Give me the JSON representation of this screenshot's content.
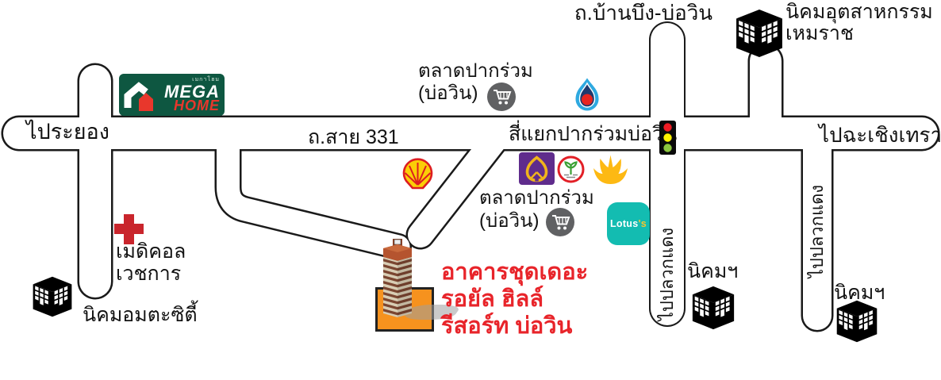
{
  "map": {
    "background": "#ffffff",
    "road_color": "#ffffff",
    "road_outline_color": "#1a1a1a",
    "road_labels": {
      "to_rayong": "ไประยอง",
      "route_331": "ถ.สาย 331",
      "to_chachoengsao": "ไปฉะเชิงเทรา",
      "banbung_bowin_road": "ถ.บ้านบึง-บ่อวิน",
      "pakruam_intersection": "สี่แยกปากร่วมบ่อวิน",
      "to_pluakdaeng_west": "ไปปลวกแดง",
      "to_pluakdaeng_east": "ไปปลวกแดง"
    },
    "landmarks": {
      "megahome": {
        "thai_name": "เมกาโฮม",
        "name_line1": "MEGA",
        "name_line2": "HOME",
        "bg_color": "#0E5741",
        "home_color": "#E8372C"
      },
      "market_north": {
        "line1": "ตลาดปากร่วม",
        "line2": "(บ่อวิน)"
      },
      "market_south": {
        "line1": "ตลาดปากร่วม",
        "line2": "(บ่อวิน)"
      },
      "hemaraj_estate": {
        "line1": "นิคมอุตสาหกรรม",
        "line2": "เหมราช"
      },
      "medical_clinic": {
        "line1": "เมดิคอล",
        "line2": "เวชการ",
        "cross_color": "#C9252C"
      },
      "amata_city": {
        "label": "นิคมอมตะซิตี้"
      },
      "industrial_estate_west": {
        "label": "นิคมฯ"
      },
      "industrial_estate_east": {
        "label": "นิคมฯ"
      },
      "lotus": {
        "text": "Lotus",
        "suffix": "'s",
        "bg_color": "#13BCB1",
        "suffix_color": "#F6C62E"
      },
      "ptt_station": {
        "brand": "ptt",
        "flame_color": "#2EA9E0",
        "drop_color": "#1F3A6E",
        "circle_color": "#E8251F"
      },
      "shell_station": {
        "brand": "shell",
        "shell_color": "#FBCE07",
        "outline_color": "#DD1D21"
      },
      "scb_bank": {
        "brand": "scb",
        "bg_color": "#5F2C8C",
        "emblem_color": "#F0B41C"
      },
      "kasikorn_bank": {
        "brand": "kasikornbank",
        "ring_color": "#E21F26",
        "sprout_color": "#3BA135"
      },
      "krungsri_bank": {
        "brand": "krungsri",
        "emblem_color": "#FDB913"
      },
      "destination": {
        "line1": "อาคารชุดเดอะ",
        "line2": "รอยัล ฮิลล์",
        "line3": "รีสอร์ท บ่อวิน",
        "text_color": "#E8242A",
        "highlight_color": "#F6921E"
      }
    },
    "traffic_light_colors": [
      "#ED1C24",
      "#FFF200",
      "#8CC63F"
    ]
  }
}
